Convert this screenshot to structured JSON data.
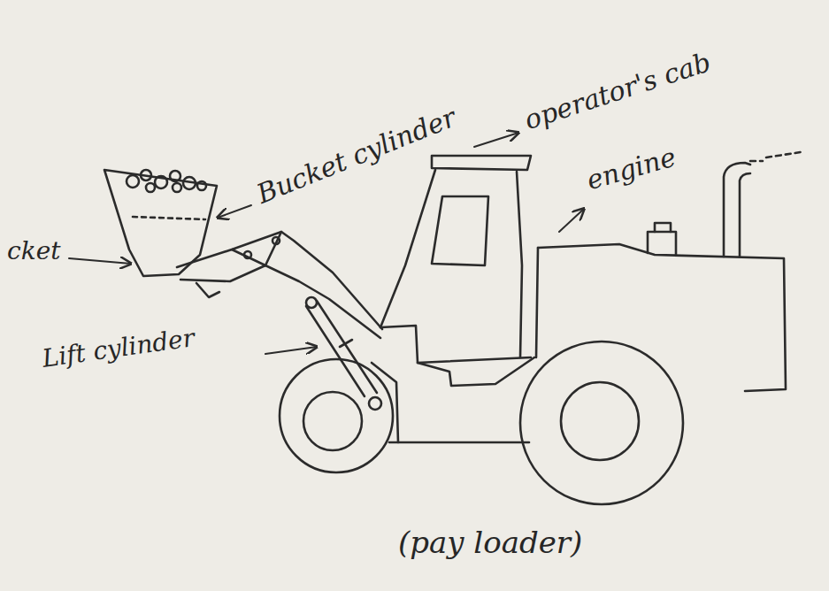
{
  "diagram": {
    "caption": "(pay loader)",
    "labels": [
      "cket",
      "Bucket cylinder",
      "operator's cab",
      "engine",
      "Lift cylinder"
    ]
  }
}
